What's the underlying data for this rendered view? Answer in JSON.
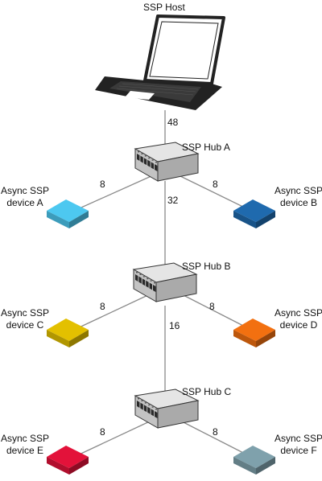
{
  "host": {
    "label": "SSP Host",
    "link_speed": "48"
  },
  "hubs": [
    {
      "label": "SSP Hub A",
      "downlink_speed": "32"
    },
    {
      "label": "SSP Hub B",
      "downlink_speed": "16"
    },
    {
      "label": "SSP Hub C"
    }
  ],
  "devices": [
    {
      "line1": "Async SSP",
      "line2": "device A",
      "speed": "8",
      "color": "#4dc8f0"
    },
    {
      "line1": "Async SSP",
      "line2": "device B",
      "speed": "8",
      "color": "#1f6aae"
    },
    {
      "line1": "Async SSP",
      "line2": "device C",
      "speed": "8",
      "color": "#e3c000"
    },
    {
      "line1": "Async SSP",
      "line2": "device D",
      "speed": "8",
      "color": "#f27010"
    },
    {
      "line1": "Async SSP",
      "line2": "device E",
      "speed": "8",
      "color": "#e3123a"
    },
    {
      "line1": "Async SSP",
      "line2": "device F",
      "speed": "8",
      "color": "#7fa1ac"
    }
  ],
  "colors": {
    "line": "#8a8a8a",
    "hub_body": "#d4d4d4",
    "hub_port": "#2a2a2a",
    "laptop": "#222222"
  }
}
